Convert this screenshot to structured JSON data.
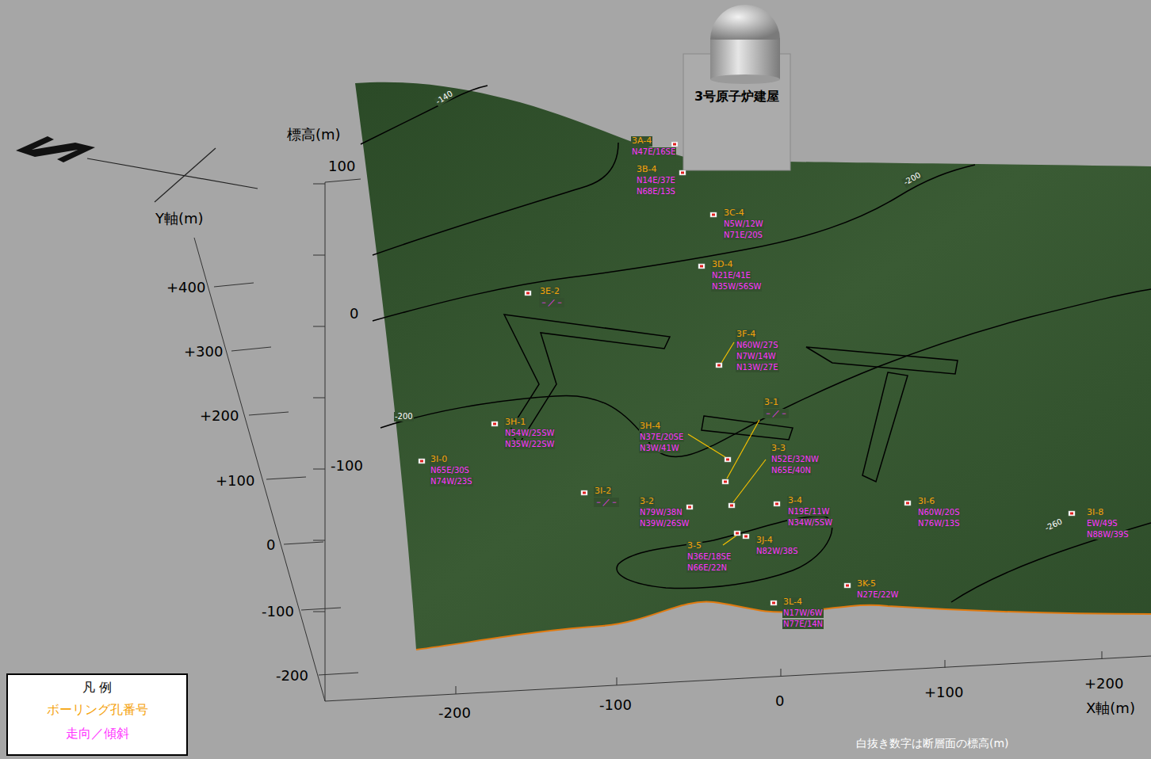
{
  "diagram": {
    "nodes": [
      {
        "text": [
          "3号原子炉建屋"
        ]
      }
    ],
    "labels": [
      "標高(m)",
      "100",
      "0",
      "-100",
      "Y軸(m)",
      "+400",
      "+300",
      "+200",
      "+100",
      "0",
      "-100",
      "-200",
      "-200",
      "-100",
      "0",
      "+100",
      "+200",
      "X軸(m)",
      "-140",
      "-200",
      "-200",
      "-260",
      "白抜き数字は断層面の標高(m)",
      "凡 例",
      "3A-4",
      "N47E/16SE",
      "3B-4",
      "N14E/37E",
      "N68E/13S",
      "3C-4",
      "N5W/12W",
      "N71E/20S",
      "3D-4",
      "N21E/41E",
      "N35W/56SW",
      "3E-2",
      "－／－",
      "3F-4",
      "N60W/27S",
      "N7W/14W",
      "N13W/27E",
      "3-1",
      "－／－",
      "3H-4",
      "N37E/20SE",
      "N3W/41W",
      "3-3",
      "N52E/32NW",
      "N65E/40N",
      "3H-1",
      "N54W/25SW",
      "N35W/22SW",
      "3I-0",
      "N65E/30S",
      "N74W/23S",
      "3I-2",
      "－／－",
      "3-2",
      "N79W/38N",
      "N39W/26SW",
      "3-4",
      "N19E/11W",
      "N34W/5SW",
      "3I-6",
      "N60W/20S",
      "N76W/13S",
      "3I-8",
      "EW/49S",
      "N88W/39S",
      "3-5",
      "N36E/18SE",
      "N66E/22N",
      "3J-4",
      "N82W/38S",
      "3K-5",
      "N27E/22W",
      "3L-4",
      "N17W/6W",
      "N77E/14N"
    ],
    "legend": [
      {
        "text": "ボーリング孔番号",
        "color": "#f5a20a"
      },
      {
        "text": "走向／傾斜",
        "color": "#ff33ff"
      }
    ]
  }
}
